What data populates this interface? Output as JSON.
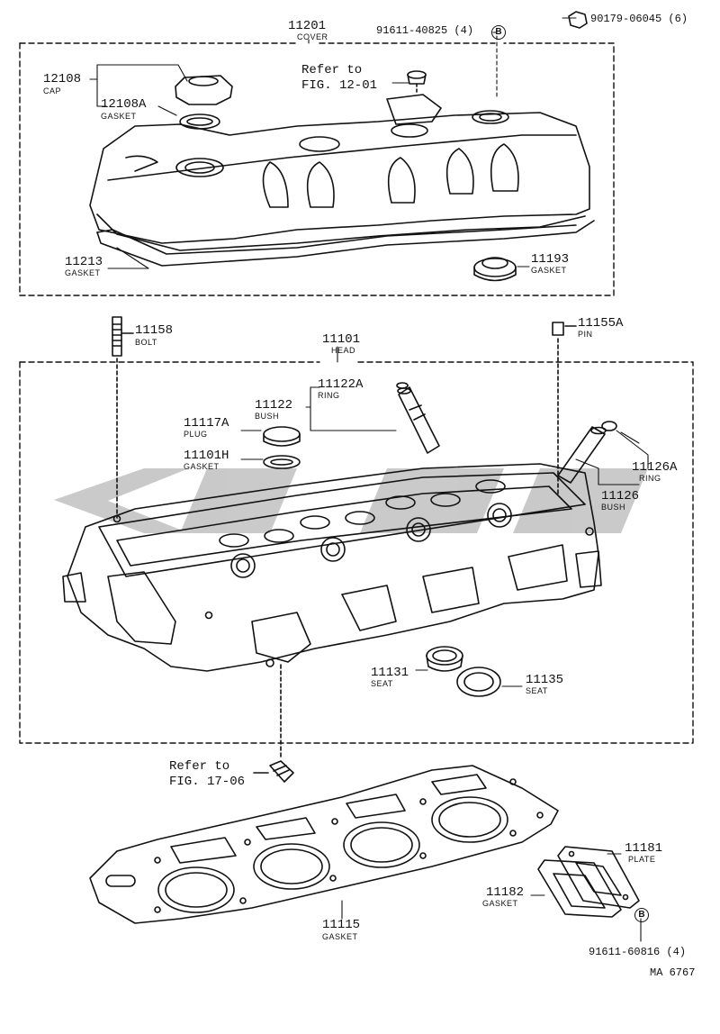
{
  "callouts": {
    "cover": {
      "num": "11201",
      "name": "COVER"
    },
    "cap": {
      "num": "12108",
      "name": "CAP"
    },
    "cap_gasket": {
      "num": "12108A",
      "name": "GASKET"
    },
    "ref_top": {
      "line1": "Refer to",
      "line2": "FIG. 12-01"
    },
    "bolt_top": {
      "num": "91611-40825 (4)",
      "marker": "B"
    },
    "nut_top": {
      "num": "90179-06045 (6)"
    },
    "cover_gasket": {
      "num": "11213",
      "name": "GASKET"
    },
    "plug_gasket": {
      "num": "11193",
      "name": "GASKET"
    },
    "bolt": {
      "num": "11158",
      "name": "BOLT"
    },
    "head": {
      "num": "11101",
      "name": "HEAD"
    },
    "pin": {
      "num": "11155A",
      "name": "PIN"
    },
    "ring": {
      "num": "11122A",
      "name": "RING"
    },
    "bush": {
      "num": "11122",
      "name": "BUSH"
    },
    "plug": {
      "num": "11117A",
      "name": "PLUG"
    },
    "plug_gasket2": {
      "num": "11101H",
      "name": "GASKET"
    },
    "ring2": {
      "num": "11126A",
      "name": "RING"
    },
    "bush2": {
      "num": "11126",
      "name": "BUSH"
    },
    "seat1": {
      "num": "11131",
      "name": "SEAT"
    },
    "seat2": {
      "num": "11135",
      "name": "SEAT"
    },
    "ref_bottom": {
      "line1": "Refer to",
      "line2": "FIG. 17-06"
    },
    "head_gasket": {
      "num": "11115",
      "name": "GASKET"
    },
    "plate": {
      "num": "11181",
      "name": "PLATE"
    },
    "plate_gasket": {
      "num": "11182",
      "name": "GASKET"
    },
    "bolt_bottom": {
      "num": "91611-60816 (4)",
      "marker": "B"
    }
  },
  "figure_code": "MA 6767"
}
